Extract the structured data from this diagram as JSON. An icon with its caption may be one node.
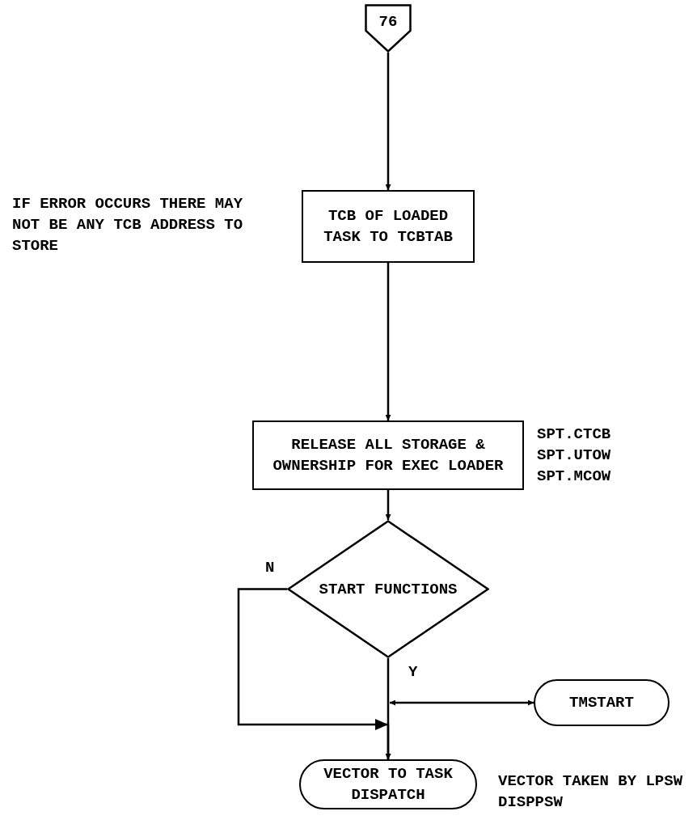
{
  "diagram": {
    "nodes": [
      {
        "text": [
          "76"
        ]
      },
      {
        "text": [
          "TCB OF LOADED TASK TO TCBTAB"
        ],
        "beside": [
          "IF ERROR OCCURS THERE MAY NOT BE ANY TCB ADDRESS TO STORE"
        ]
      },
      {
        "text": [
          "RELEASE ALL STORAGE & OWNERSHIP FOR EXEC LOADER"
        ],
        "beside": [
          "SPT.CTCB",
          "SPT.UTOW",
          "SPT.MCOW"
        ]
      },
      {
        "text": [
          "START FUNCTIONS"
        ]
      },
      {
        "text": [
          "TMSTART"
        ]
      },
      {
        "text": [
          "VECTOR TO TASK DISPATCH"
        ],
        "beside": [
          "VECTOR TAKEN BY LPSW DISPPSW"
        ]
      }
    ],
    "edges": [
      {
        "from": 0,
        "to": 1,
        "arrow": "to"
      },
      {
        "from": 1,
        "to": 2,
        "arrow": "to"
      },
      {
        "from": 2,
        "to": 3,
        "arrow": "to"
      },
      {
        "from": 3,
        "to": 5,
        "arrow": "to",
        "label": "Y"
      },
      {
        "from": 3,
        "to": 5,
        "arrow": "to",
        "label": "N"
      },
      {
        "from": null,
        "to": 4,
        "arrow": "both"
      }
    ]
  }
}
